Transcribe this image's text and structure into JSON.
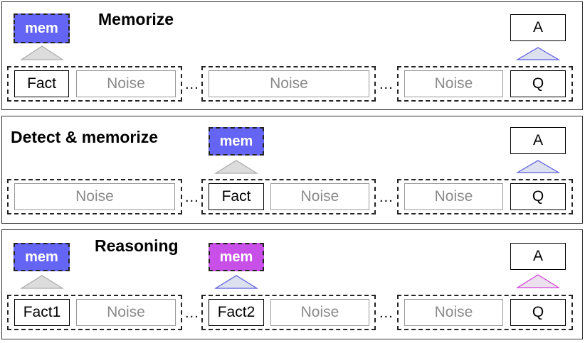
{
  "panels": [
    {
      "title": "Memorize",
      "mems": [
        {
          "label": "mem",
          "color": "#6464f5"
        }
      ],
      "triangle_colors": [
        "#aaaaaa",
        "#5a5ae0"
      ],
      "segments": [
        [
          "Fact",
          "Noise"
        ],
        [
          "Noise"
        ],
        [
          "Noise",
          "Q"
        ]
      ],
      "answer": "A"
    },
    {
      "title": "Detect & memorize",
      "mems": [
        {
          "label": "mem",
          "color": "#6464f5"
        }
      ],
      "triangle_colors": [
        "#aaaaaa",
        "#5a5ae0"
      ],
      "segments": [
        [
          "Noise"
        ],
        [
          "Fact",
          "Noise"
        ],
        [
          "Noise",
          "Q"
        ]
      ],
      "answer": "A"
    },
    {
      "title": "Reasoning",
      "mems": [
        {
          "label": "mem",
          "color": "#6464f5"
        },
        {
          "label": "mem",
          "color": "#c850e8"
        }
      ],
      "triangle_colors": [
        "#aaaaaa",
        "#5a5ae0",
        "#d040d8"
      ],
      "segments": [
        [
          "Fact1",
          "Noise"
        ],
        [
          "Fact2",
          "Noise"
        ],
        [
          "Noise",
          "Q"
        ]
      ],
      "answer": "A"
    }
  ],
  "ellipsis": "..."
}
